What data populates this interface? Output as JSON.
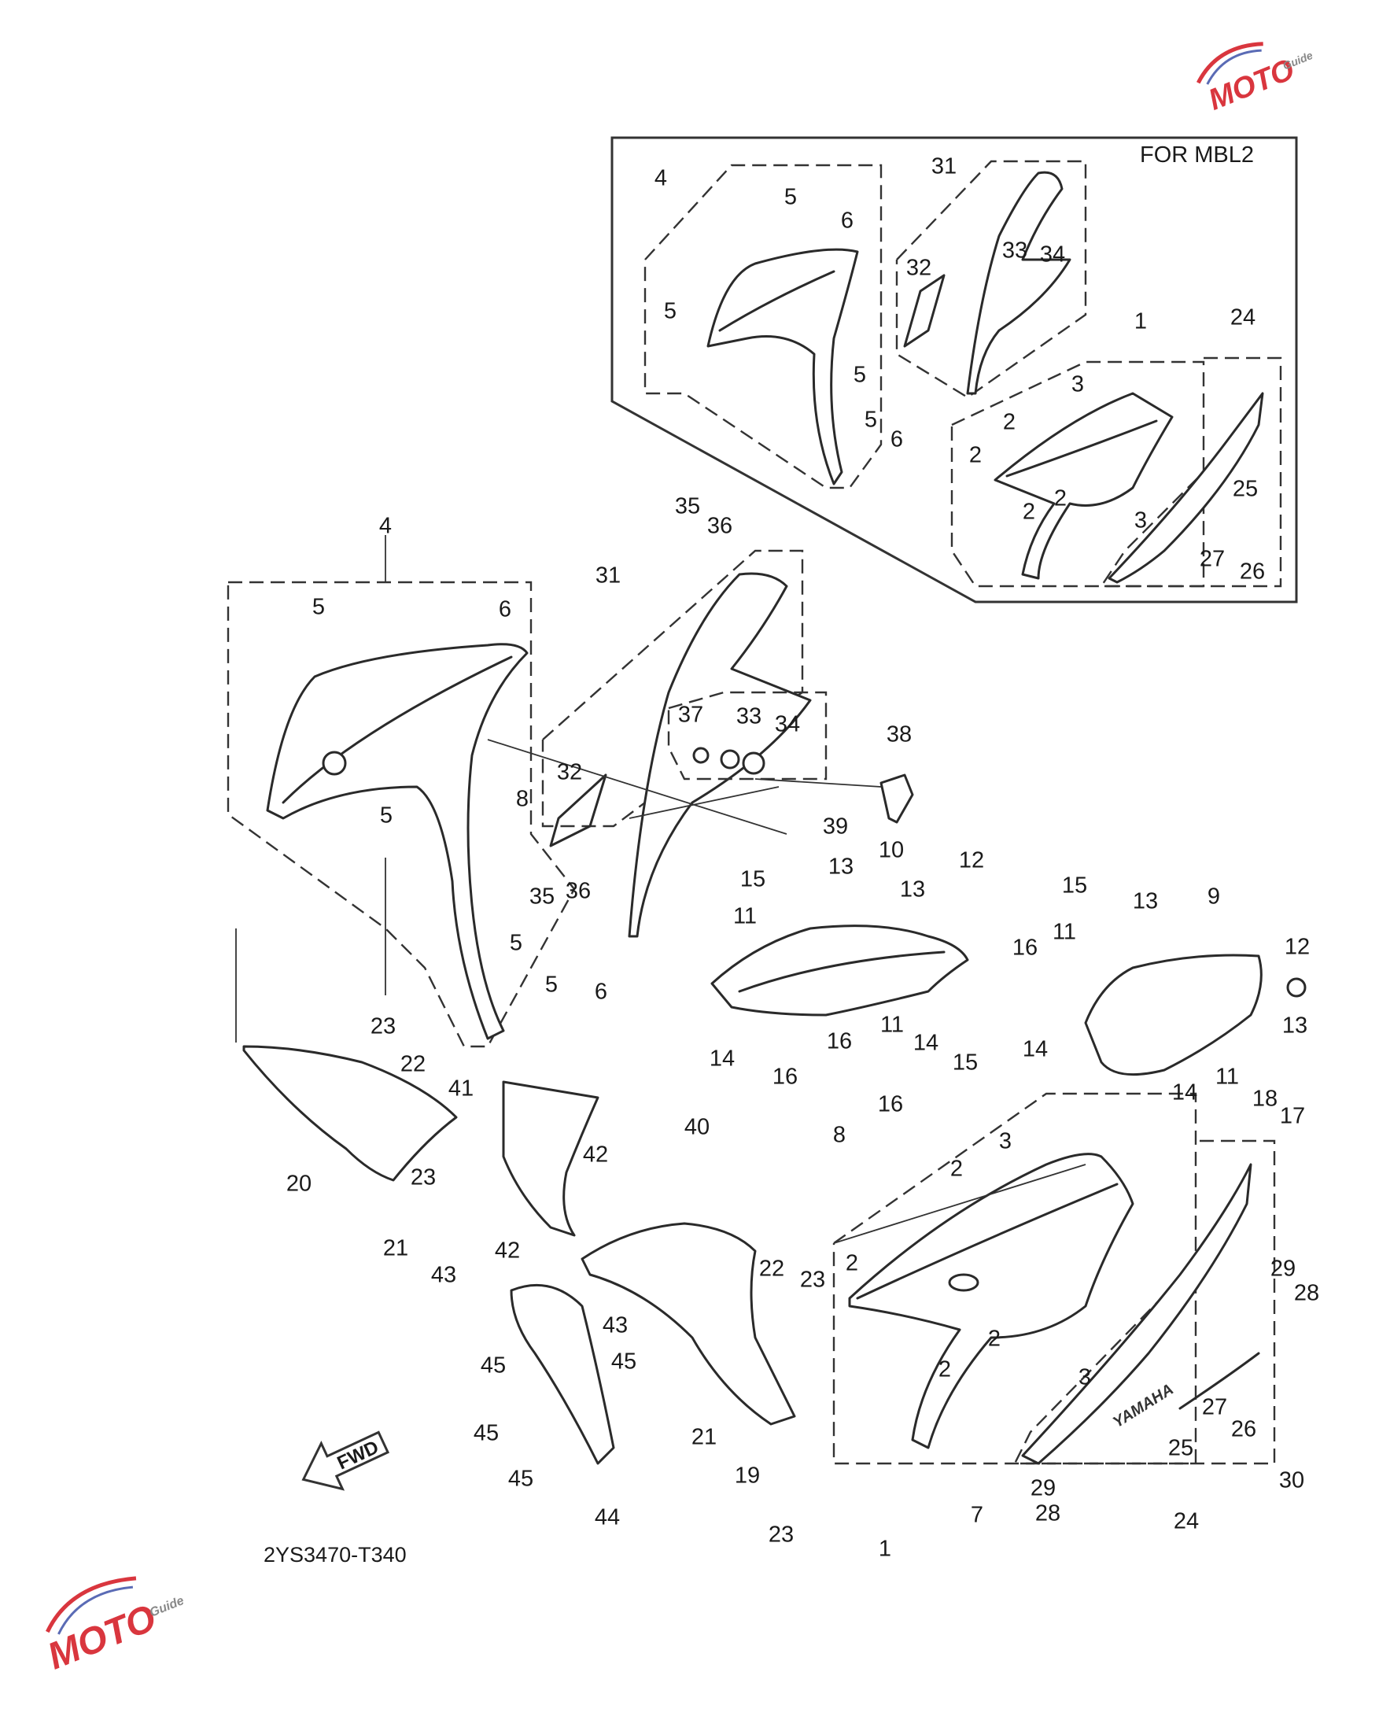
{
  "diagram": {
    "inset_title": "FOR MBL2",
    "reference_code": "2YS3470-T340",
    "fwd_label": "FWD",
    "decal_text": "YAMAHA",
    "watermark": {
      "text": "MOTO",
      "sub": "Guide",
      "accent_color": "#d9363e",
      "secondary_color": "#5a6bb5"
    },
    "inset_callouts": [
      {
        "id": "i4",
        "label": "4"
      },
      {
        "id": "i5a",
        "label": "5"
      },
      {
        "id": "i6a",
        "label": "6"
      },
      {
        "id": "i5b",
        "label": "5"
      },
      {
        "id": "i5c",
        "label": "5"
      },
      {
        "id": "i5d",
        "label": "5"
      },
      {
        "id": "i6b",
        "label": "6"
      },
      {
        "id": "i31",
        "label": "31"
      },
      {
        "id": "i32",
        "label": "32"
      },
      {
        "id": "i33",
        "label": "33"
      },
      {
        "id": "i34",
        "label": "34"
      },
      {
        "id": "i1",
        "label": "1"
      },
      {
        "id": "i24",
        "label": "24"
      },
      {
        "id": "i3a",
        "label": "3"
      },
      {
        "id": "i2a",
        "label": "2"
      },
      {
        "id": "i2b",
        "label": "2"
      },
      {
        "id": "i2c",
        "label": "2"
      },
      {
        "id": "i2d",
        "label": "2"
      },
      {
        "id": "i3b",
        "label": "3"
      },
      {
        "id": "i25",
        "label": "25"
      },
      {
        "id": "i27",
        "label": "27"
      },
      {
        "id": "i26",
        "label": "26"
      }
    ],
    "main_callouts": [
      {
        "id": "m4",
        "label": "4"
      },
      {
        "id": "m5a",
        "label": "5"
      },
      {
        "id": "m6a",
        "label": "6"
      },
      {
        "id": "m8a",
        "label": "8"
      },
      {
        "id": "m5b",
        "label": "5"
      },
      {
        "id": "m5c",
        "label": "5"
      },
      {
        "id": "m5d",
        "label": "5"
      },
      {
        "id": "m6b",
        "label": "6"
      },
      {
        "id": "m35a",
        "label": "35"
      },
      {
        "id": "m36a",
        "label": "36"
      },
      {
        "id": "m31",
        "label": "31"
      },
      {
        "id": "m32",
        "label": "32"
      },
      {
        "id": "m37",
        "label": "37"
      },
      {
        "id": "m33",
        "label": "33"
      },
      {
        "id": "m34",
        "label": "34"
      },
      {
        "id": "m38",
        "label": "38"
      },
      {
        "id": "m39",
        "label": "39"
      },
      {
        "id": "m35b",
        "label": "35"
      },
      {
        "id": "m36b",
        "label": "36"
      },
      {
        "id": "m10",
        "label": "10"
      },
      {
        "id": "m15a",
        "label": "15"
      },
      {
        "id": "m13a",
        "label": "13"
      },
      {
        "id": "m13b",
        "label": "13"
      },
      {
        "id": "m12a",
        "label": "12"
      },
      {
        "id": "m11a",
        "label": "11"
      },
      {
        "id": "m16a",
        "label": "16"
      },
      {
        "id": "m14a",
        "label": "14"
      },
      {
        "id": "m16b",
        "label": "16"
      },
      {
        "id": "m11b",
        "label": "11"
      },
      {
        "id": "m14b",
        "label": "14"
      },
      {
        "id": "m15b",
        "label": "15"
      },
      {
        "id": "m15c",
        "label": "15"
      },
      {
        "id": "m13c",
        "label": "13"
      },
      {
        "id": "m9",
        "label": "9"
      },
      {
        "id": "m11c",
        "label": "11"
      },
      {
        "id": "m16c",
        "label": "16"
      },
      {
        "id": "m12b",
        "label": "12"
      },
      {
        "id": "m13d",
        "label": "13"
      },
      {
        "id": "m14c",
        "label": "14"
      },
      {
        "id": "m11d",
        "label": "11"
      },
      {
        "id": "m14d",
        "label": "14"
      },
      {
        "id": "m18",
        "label": "18"
      },
      {
        "id": "m17",
        "label": "17"
      },
      {
        "id": "m16d",
        "label": "16"
      },
      {
        "id": "m23a",
        "label": "23"
      },
      {
        "id": "m22a",
        "label": "22"
      },
      {
        "id": "m41",
        "label": "41"
      },
      {
        "id": "m20",
        "label": "20"
      },
      {
        "id": "m23b",
        "label": "23"
      },
      {
        "id": "m21a",
        "label": "21"
      },
      {
        "id": "m43a",
        "label": "43"
      },
      {
        "id": "m42a",
        "label": "42"
      },
      {
        "id": "m40",
        "label": "40"
      },
      {
        "id": "m42b",
        "label": "42"
      },
      {
        "id": "m8b",
        "label": "8"
      },
      {
        "id": "m3a",
        "label": "3"
      },
      {
        "id": "m2a",
        "label": "2"
      },
      {
        "id": "m2b",
        "label": "2"
      },
      {
        "id": "m22b",
        "label": "22"
      },
      {
        "id": "m23c",
        "label": "23"
      },
      {
        "id": "m43b",
        "label": "43"
      },
      {
        "id": "m45a",
        "label": "45"
      },
      {
        "id": "m45b",
        "label": "45"
      },
      {
        "id": "m45c",
        "label": "45"
      },
      {
        "id": "m45d",
        "label": "45"
      },
      {
        "id": "m44",
        "label": "44"
      },
      {
        "id": "m21b",
        "label": "21"
      },
      {
        "id": "m19",
        "label": "19"
      },
      {
        "id": "m23d",
        "label": "23"
      },
      {
        "id": "m2c",
        "label": "2"
      },
      {
        "id": "m2d",
        "label": "2"
      },
      {
        "id": "m3b",
        "label": "3"
      },
      {
        "id": "m1",
        "label": "1"
      },
      {
        "id": "m7",
        "label": "7"
      },
      {
        "id": "m29a",
        "label": "29"
      },
      {
        "id": "m28a",
        "label": "28"
      },
      {
        "id": "m27",
        "label": "27"
      },
      {
        "id": "m26",
        "label": "26"
      },
      {
        "id": "m25",
        "label": "25"
      },
      {
        "id": "m30",
        "label": "30"
      },
      {
        "id": "m29b",
        "label": "29"
      },
      {
        "id": "m28b",
        "label": "28"
      },
      {
        "id": "m24",
        "label": "24"
      }
    ]
  }
}
